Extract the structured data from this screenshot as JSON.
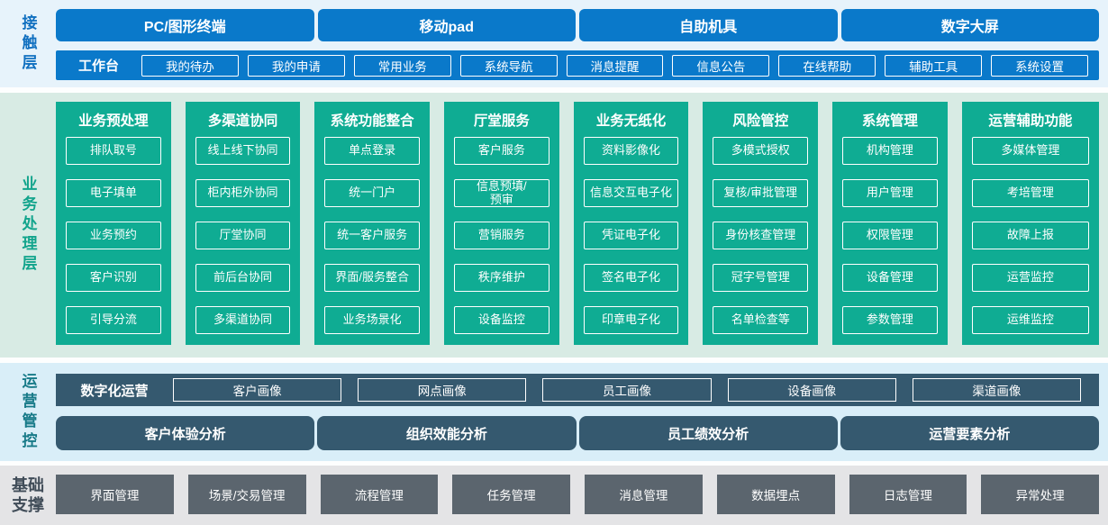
{
  "colors": {
    "blue": "#0a79ca",
    "green": "#0fac93",
    "slate_blue": "#35596f",
    "dark_gray": "#5b656e",
    "contact_band_bg": "#e7f3fb",
    "business_band_bg": "#d8ebe4",
    "ops_band_bg": "#d9eef8",
    "foundation_band_bg": "#e4e4e6"
  },
  "layers": {
    "contact": {
      "label": "接触层",
      "terminals": [
        "PC/图形终端",
        "移动pad",
        "自助机具",
        "数字大屏"
      ],
      "workbench_label": "工作台",
      "workbench_items": [
        "我的待办",
        "我的申请",
        "常用业务",
        "系统导航",
        "消息提醒",
        "信息公告",
        "在线帮助",
        "辅助工具",
        "系统设置"
      ]
    },
    "business": {
      "label": "业务处理层",
      "columns": [
        {
          "title": "业务预处理",
          "items": [
            "排队取号",
            "电子填单",
            "业务预约",
            "客户识别",
            "引导分流"
          ]
        },
        {
          "title": "多渠道协同",
          "items": [
            "线上线下协同",
            "柜内柜外协同",
            "厅堂协同",
            "前后台协同",
            "多渠道协同"
          ]
        },
        {
          "title": "系统功能整合",
          "items": [
            "单点登录",
            "统一门户",
            "统一客户服务",
            "界面/服务整合",
            "业务场景化"
          ]
        },
        {
          "title": "厅堂服务",
          "items": [
            "客户服务",
            "信息预填/\n预审",
            "营销服务",
            "秩序维护",
            "设备监控"
          ]
        },
        {
          "title": "业务无纸化",
          "items": [
            "资料影像化",
            "信息交互电子化",
            "凭证电子化",
            "签名电子化",
            "印章电子化"
          ]
        },
        {
          "title": "风险管控",
          "items": [
            "多模式授权",
            "复核/审批管理",
            "身份核查管理",
            "冠字号管理",
            "名单检查等"
          ]
        },
        {
          "title": "系统管理",
          "items": [
            "机构管理",
            "用户管理",
            "权限管理",
            "设备管理",
            "参数管理"
          ]
        },
        {
          "title": "运营辅助功能",
          "items": [
            "多媒体管理",
            "考培管理",
            "故障上报",
            "运营监控",
            "运维监控"
          ]
        }
      ]
    },
    "operations": {
      "label": "运营管控",
      "digital_label": "数字化运营",
      "profiles": [
        "客户画像",
        "网点画像",
        "员工画像",
        "设备画像",
        "渠道画像"
      ],
      "analysis": [
        "客户体验分析",
        "组织效能分析",
        "员工绩效分析",
        "运营要素分析"
      ]
    },
    "foundation": {
      "label": "基础支撑",
      "items": [
        "界面管理",
        "场景/交易管理",
        "流程管理",
        "任务管理",
        "消息管理",
        "数据埋点",
        "日志管理",
        "异常处理"
      ]
    }
  }
}
